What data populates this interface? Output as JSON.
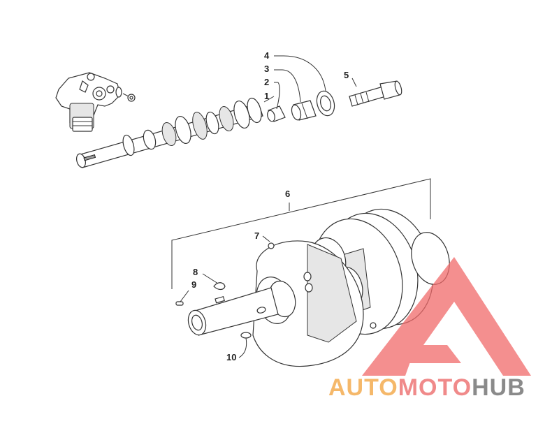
{
  "callouts": [
    {
      "id": "1",
      "label": "1"
    },
    {
      "id": "2",
      "label": "2"
    },
    {
      "id": "3",
      "label": "3"
    },
    {
      "id": "4",
      "label": "4"
    },
    {
      "id": "5",
      "label": "5"
    },
    {
      "id": "6",
      "label": "6"
    },
    {
      "id": "7",
      "label": "7"
    },
    {
      "id": "8",
      "label": "8"
    },
    {
      "id": "9",
      "label": "9"
    },
    {
      "id": "10",
      "label": "10"
    }
  ],
  "watermark": {
    "part1": "AUTO",
    "part2": "MOTO",
    "part3": "HUB",
    "color1": "#f5b86a",
    "color2": "#f08a8a",
    "color3": "#8a8a8a",
    "logo_color": "#f06a6a"
  },
  "icons": {
    "logo": "triangle-logo-icon"
  }
}
